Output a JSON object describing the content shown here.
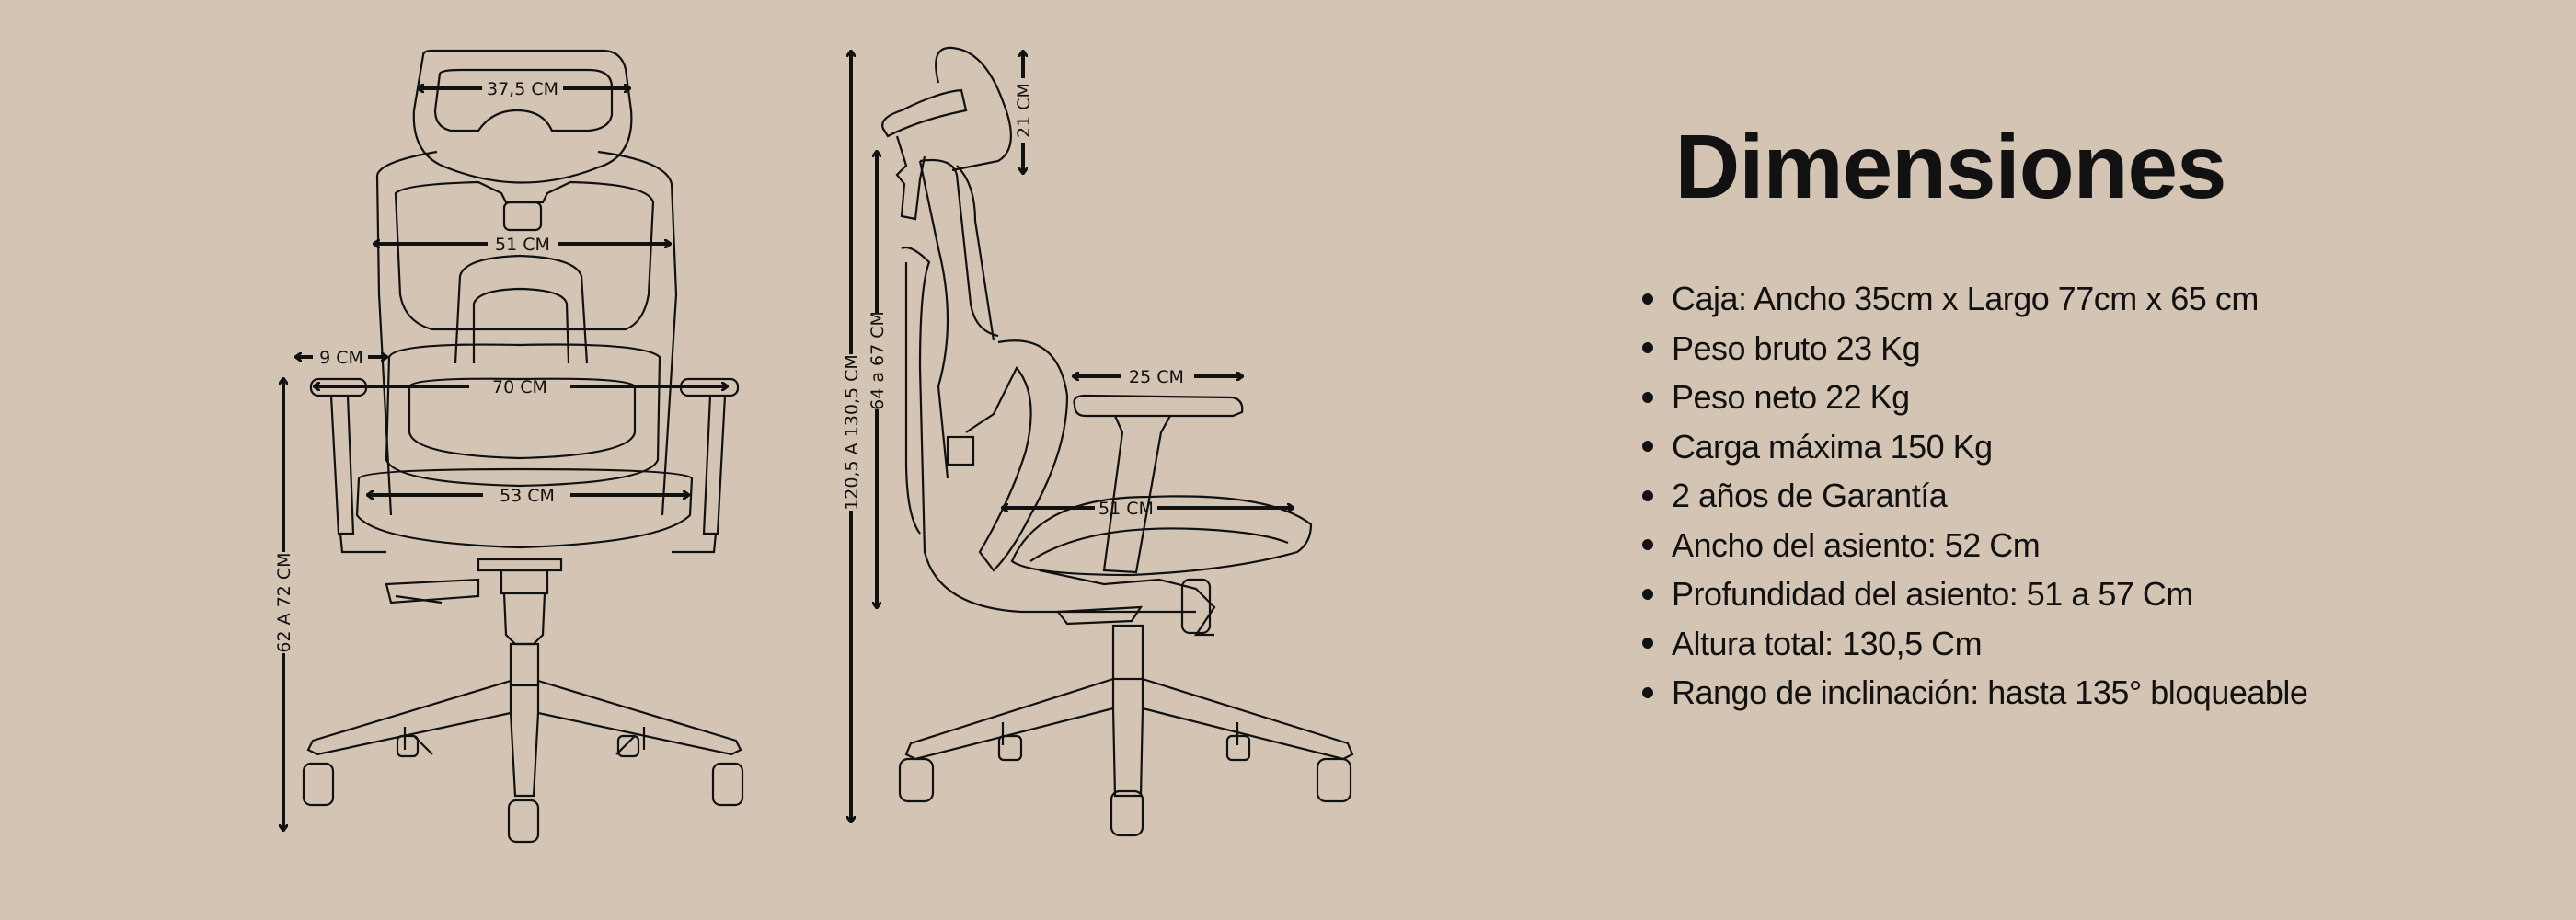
{
  "title": "Dimensiones",
  "specs": [
    "Caja: Ancho 35cm x Largo 77cm x 65 cm",
    "Peso bruto 23 Kg",
    "Peso neto 22 Kg",
    "Carga máxima 150 Kg",
    "2 años de Garantía",
    "Ancho del asiento: 52 Cm",
    "Profundidad del asiento: 51 a 57 Cm",
    "Altura total: 130,5 Cm",
    "Rango de inclinación: hasta 135° bloqueable"
  ],
  "front_view": {
    "headrest_width": "37,5 CM",
    "backrest_width": "51 CM",
    "armrest_offset": "9 CM",
    "armrest_span": "70 CM",
    "seat_width": "53 CM",
    "armrest_height": "62 A 72 CM"
  },
  "side_view": {
    "total_height": "120,5 A 130,5 CM",
    "backrest_height": "64 a 67 CM",
    "headrest_adjust": "21 CM",
    "armrest_depth": "25 CM",
    "seat_depth": "51 CM"
  },
  "colors": {
    "background": "#d3c4b4",
    "ink": "#111111"
  }
}
